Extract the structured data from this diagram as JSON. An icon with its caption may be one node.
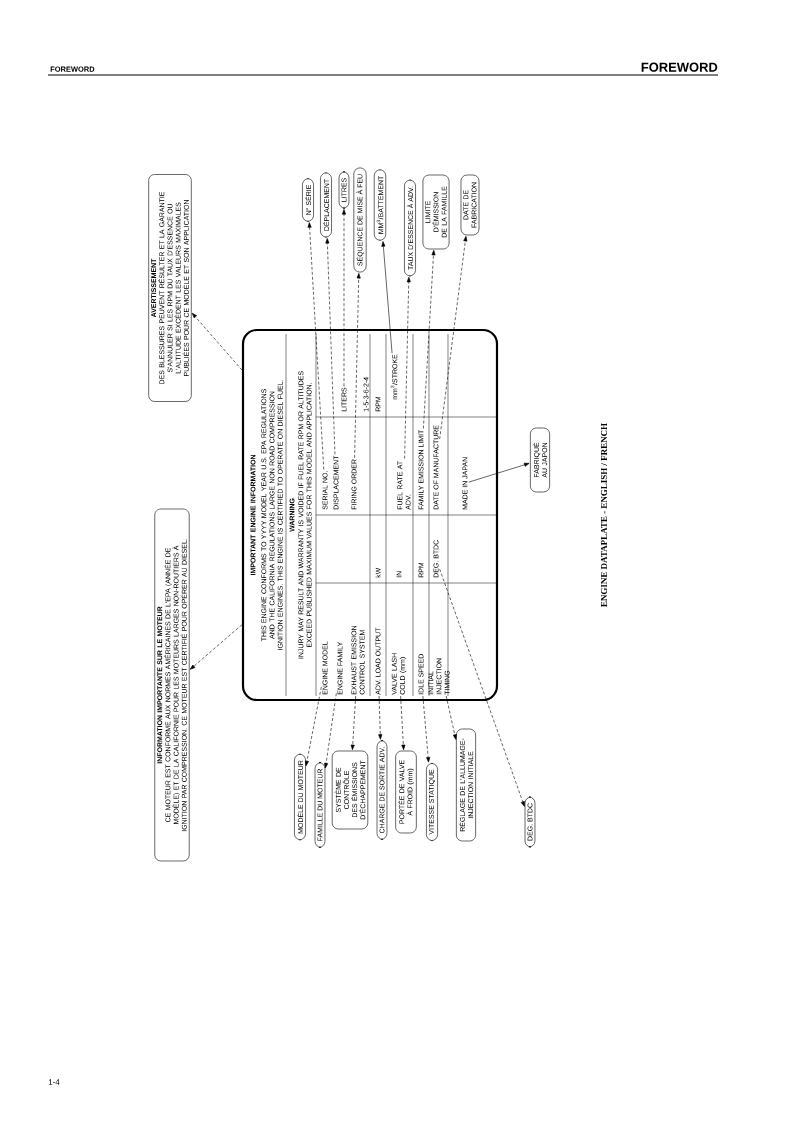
{
  "diagram": {
    "caption": "ENGINE DATAPLATE - ENGLISH / FRENCH",
    "nodes": [
      {
        "text": [
          "IMPORTANT ENGINE INFORMATION",
          "THIS ENGINE CONFORMS TO YYYY MODEL YEAR U.S. EPA REGULATIONS AND THE CALIFORNIA REGULATIONS LARGE NON ROAD COMPRESSION IGNITION ENGINES. THIS ENGINE IS CERTIFIED TO OPERATE ON DIESEL FUEL.",
          "WARNING",
          "INJURY MAY RESULT AND WARRANTY IS VOIDED IF FUEL RATE RPM OR ALTITUDES EXCEED PUBLISHED MAXIMUM VALUES FOR THIS MODEL AND APPLICATION."
        ]
      },
      {
        "text": [
          "ENGINE MODEL"
        ],
        "in": 0
      },
      {
        "text": [
          "SERIAL NO."
        ],
        "in": 0
      },
      {
        "text": [
          "ENGINE FAMILY"
        ],
        "in": 0
      },
      {
        "text": [
          "DISPLACEMENT"
        ],
        "in": 0
      },
      {
        "text": [
          "LITERS"
        ],
        "in": 0
      },
      {
        "text": [
          "EXHAUST EMISSION CONTROL SYSTEM"
        ],
        "in": 0
      },
      {
        "text": [
          "FIRING ORDER"
        ],
        "in": 0
      },
      {
        "text": [
          "1-5-3-6-2-4"
        ],
        "in": 0
      },
      {
        "text": [
          "ADV. LOAD OUTPUT"
        ],
        "in": 0
      },
      {
        "text": [
          "kW"
        ],
        "in": 0
      },
      {
        "text": [
          "RPM"
        ],
        "in": 0
      },
      {
        "text": [
          "VALVE LASH COLD (mm)"
        ],
        "in": 0
      },
      {
        "text": [
          "IN"
        ],
        "in": 0
      },
      {
        "text": [
          "FUEL RATE AT ADV."
        ],
        "in": 0
      },
      {
        "text": [
          "mm$^{3}$/STROKE"
        ],
        "in": 0
      },
      {
        "text": [
          "IDLE SPEED"
        ],
        "in": 0
      },
      {
        "text": [
          "RPM"
        ],
        "in": 0
      },
      {
        "text": [
          "FAMILY EMISSION LIMIT"
        ],
        "in": 0
      },
      {
        "text": [
          "INITIAL INJECTION TIMING"
        ],
        "in": 0
      },
      {
        "text": [
          "DEG. BTDC"
        ],
        "in": 0
      },
      {
        "text": [
          "DATE OF MANUFACTURE"
        ],
        "in": 0
      },
      {
        "text": [
          "MADE IN JAPAN"
        ],
        "in": 0
      },
      {
        "text": [
          "AVERTISSEMENT",
          "DES BLESSURES PEUVENT RÉSULTER ET LA GARANTIE S'ANNULER SI LES RPM DU TAUX D'ESSENCE OU L'ALTITUDE EXCÈDENT LES VALEURS MAXIMALES PUBLIÉES POUR CE MODÈLE ET SON APPLICATION"
        ]
      },
      {
        "text": [
          "INFORMATION IMPORTANTE SUR LE MOTEUR",
          "CE MOTEUR EST CONFORME AUX NORMES AMÉRICAINES DE L'EPA (ANNÉE DE MODÈLE) ET DE LA CALIFORNIE POUR LES MOTEURS LARGES NON-ROUTIERS À IGNITION PAR COMPRESSION. CE MOTEUR EST CERTIFIÉ POUR OPÉRER AU DIESEL."
        ]
      },
      {
        "text": [
          "N° SÉRIE"
        ]
      },
      {
        "text": [
          "DÉPLACEMENT"
        ]
      },
      {
        "text": [
          "LITRES"
        ]
      },
      {
        "text": [
          "SÉQUENCE DE MISE À FEU"
        ]
      },
      {
        "text": [
          "MM$^{3}$/BATTEMENT"
        ]
      },
      {
        "text": [
          "TAUX D'ESSENCE À ADV."
        ]
      },
      {
        "text": [
          "LIMITE D'ÉMISSION DE LA FAMILLE"
        ]
      },
      {
        "text": [
          "DATE DE FABRICATION"
        ]
      },
      {
        "text": [
          "MODÈLE DU MOTEUR"
        ]
      },
      {
        "text": [
          "FAMILLE DU MOTEUR"
        ]
      },
      {
        "text": [
          "SYSTÈME DE CONTRÔLE DES ÉMISSIONS D'ÉCHAPPEMENT"
        ]
      },
      {
        "text": [
          "CHARGE DE SORTIE ADV."
        ]
      },
      {
        "text": [
          "PORTÉE DE VALVE À FROID (mm)"
        ]
      },
      {
        "text": [
          "VITESSE STATIQUE"
        ]
      },
      {
        "text": [
          "RÉGLAGE DE L'ALLUMAGE-INJECTION INITIALE"
        ]
      },
      {
        "text": [
          "DEG. BTDC"
        ]
      },
      {
        "text": [
          "FABRIQUÉ AU JAPON"
        ]
      }
    ],
    "edges": [
      {
        "from": 0,
        "to": 23,
        "arrow": "to",
        "style": "dashed"
      },
      {
        "from": 0,
        "to": 24,
        "arrow": "to",
        "style": "dashed"
      },
      {
        "from": 2,
        "to": 25,
        "arrow": "to",
        "style": "dashed"
      },
      {
        "from": 4,
        "to": 26,
        "arrow": "to",
        "style": "dashed"
      },
      {
        "from": 5,
        "to": 27,
        "arrow": "to",
        "style": "dashed"
      },
      {
        "from": 7,
        "to": 28,
        "arrow": "to",
        "style": "dashed"
      },
      {
        "from": 15,
        "to": 29,
        "arrow": "to"
      },
      {
        "from": 14,
        "to": 30,
        "arrow": "to",
        "style": "dashed"
      },
      {
        "from": 18,
        "to": 31,
        "arrow": "to",
        "style": "dashed"
      },
      {
        "from": 21,
        "to": 32,
        "arrow": "to",
        "style": "dashed"
      },
      {
        "from": 1,
        "to": 33,
        "arrow": "to",
        "style": "dashed"
      },
      {
        "from": 3,
        "to": 34,
        "arrow": "to",
        "style": "dashed"
      },
      {
        "from": 6,
        "to": 35,
        "arrow": "to",
        "style": "dashed"
      },
      {
        "from": 9,
        "to": 36,
        "arrow": "to",
        "style": "dashed"
      },
      {
        "from": 12,
        "to": 37,
        "arrow": "to",
        "style": "dashed"
      },
      {
        "from": 16,
        "to": 38,
        "arrow": "to",
        "style": "dashed"
      },
      {
        "from": 19,
        "to": 39,
        "arrow": "to",
        "style": "dashed"
      },
      {
        "from": 20,
        "to": 40,
        "arrow": "to",
        "style": "dashed"
      },
      {
        "from": 22,
        "to": 41,
        "arrow": "to"
      }
    ],
    "labels": [
      "FOREWORD",
      "FOREWORD",
      "1-4"
    ]
  }
}
